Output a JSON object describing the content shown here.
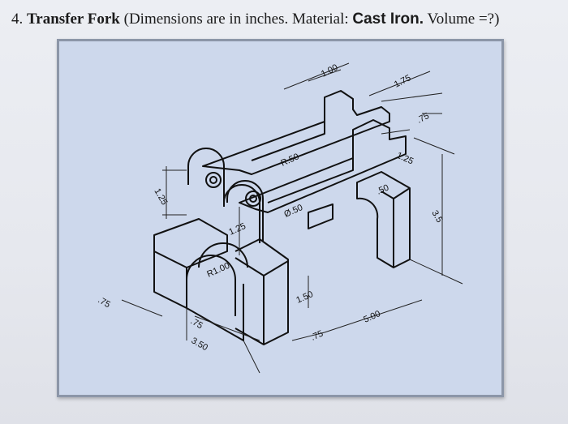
{
  "problem": {
    "number": "4.",
    "name": "Transfer Fork",
    "lead": "(Dimensions are in inches. Material:",
    "material": "Cast Iron.",
    "tail": "Volume =?)"
  },
  "dimensions": {
    "top_width": "1.00",
    "fork_length": "1.75",
    "slot_width": ".75",
    "arm_height_right": "1.25",
    "overall_height": "3.5",
    "arm_height_left": "1.25",
    "radius_top": "R.50",
    "hole_diameter": "Ø.50",
    "slot_depth": ".50",
    "mid_height": "1.25",
    "arch_radius": "R1.00",
    "leg_height": "1.50",
    "base_depth": ".75",
    "leg_thickness": ".75",
    "base_width": "3.50",
    "base_length": "5.00",
    "foot_depth": ".75"
  },
  "colors": {
    "paper": "#cdd8ec",
    "line": "#111111"
  }
}
